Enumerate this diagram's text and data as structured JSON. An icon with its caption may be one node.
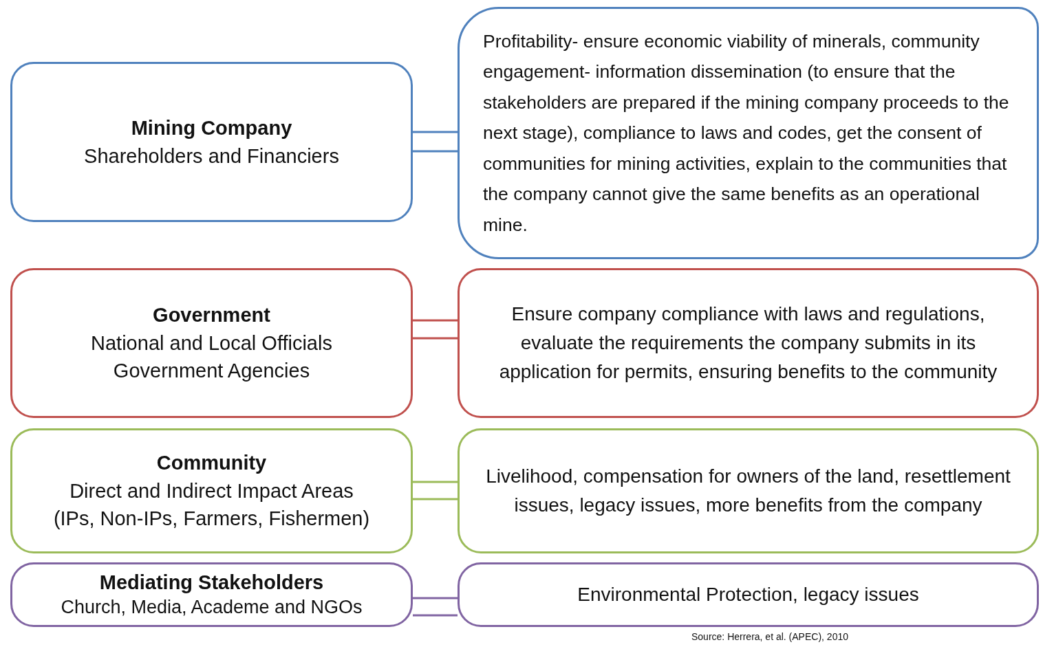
{
  "diagram": {
    "nodes": [
      {
        "text": [
          "Mining Company",
          "Shareholders and Financiers"
        ]
      },
      {
        "text": [
          "Profitability- ensure economic viability of minerals, community engagement- information dissemination (to ensure that the stakeholders are prepared if the mining company proceeds to the next stage), compliance to laws and codes, get the consent of communities for mining activities, explain to the communities that the company cannot give the same benefits as an operational mine."
        ]
      },
      {
        "text": [
          "Government",
          "National and Local Officials",
          "Government Agencies"
        ]
      },
      {
        "text": [
          "Ensure company compliance with laws and regulations, evaluate the requirements the company submits in its application for permits, ensuring benefits to the community"
        ]
      },
      {
        "text": [
          "Community",
          "Direct and Indirect Impact Areas",
          "(IPs, Non-IPs, Farmers, Fishermen)"
        ]
      },
      {
        "text": [
          "Livelihood, compensation for owners of the land, resettlement issues, legacy issues, more benefits from the company"
        ]
      },
      {
        "text": [
          "Mediating Stakeholders",
          "Church, Media, Academe and NGOs"
        ]
      },
      {
        "text": [
          "Environmental Protection, legacy issues"
        ]
      }
    ],
    "edges": [
      {
        "from": 0,
        "to": 1,
        "arrow": "none",
        "color": "#4f81bd"
      },
      {
        "from": 2,
        "to": 3,
        "arrow": "none",
        "color": "#c0504d"
      },
      {
        "from": 4,
        "to": 5,
        "arrow": "none",
        "color": "#9bbb59"
      },
      {
        "from": 6,
        "to": 7,
        "arrow": "none",
        "color": "#8064a2"
      }
    ],
    "labels": [
      "Source: Herrera, et al. (APEC), 2010"
    ]
  }
}
